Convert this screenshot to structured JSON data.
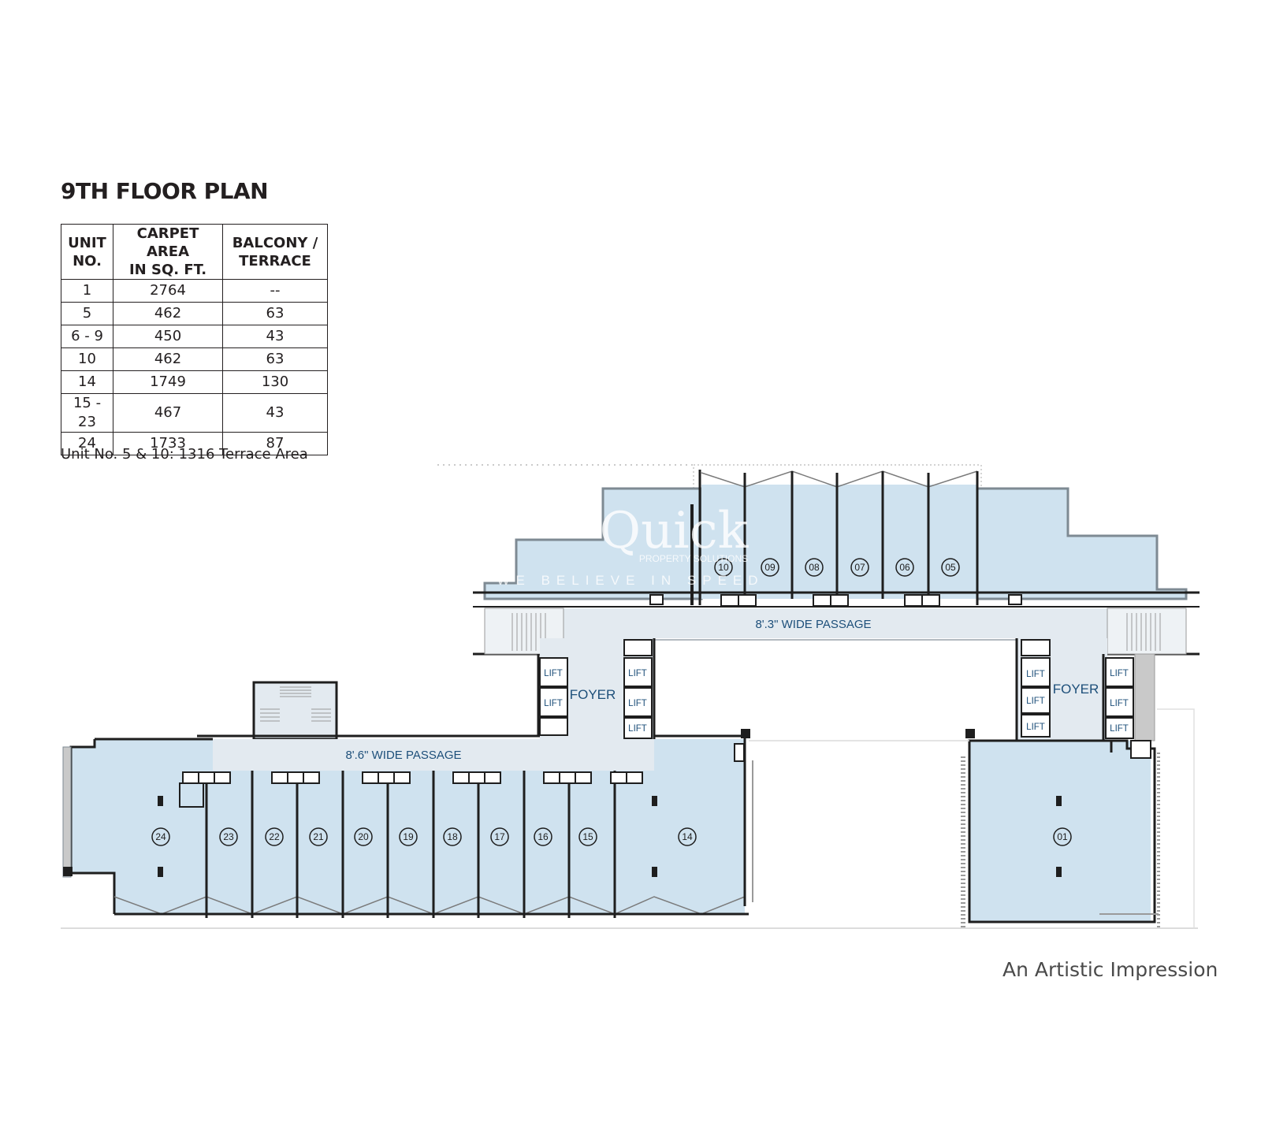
{
  "title": "9TH FLOOR PLAN",
  "table": {
    "headers": [
      [
        "UNIT",
        "NO."
      ],
      [
        "CARPET AREA",
        "IN SQ. FT."
      ],
      [
        "BALCONY /",
        "TERRACE"
      ]
    ],
    "rows": [
      [
        "1",
        "2764",
        "--"
      ],
      [
        "5",
        "462",
        "63"
      ],
      [
        "6 - 9",
        "450",
        "43"
      ],
      [
        "10",
        "462",
        "63"
      ],
      [
        "14",
        "1749",
        "130"
      ],
      [
        "15 - 23",
        "467",
        "43"
      ],
      [
        "24",
        "1733",
        "87"
      ]
    ]
  },
  "note": "Unit No. 5 & 10: 1316 Terrace Area",
  "plan": {
    "passage_upper": "8'.3\" WIDE PASSAGE",
    "passage_lower": "8'.6\" WIDE PASSAGE",
    "foyer_label": "FOYER",
    "lift_label": "LIFT",
    "units_top": [
      "10",
      "09",
      "08",
      "07",
      "06",
      "05"
    ],
    "units_bottom": [
      "24",
      "23",
      "22",
      "21",
      "20",
      "19",
      "18",
      "17",
      "16",
      "15",
      "14"
    ],
    "unit_right": "01"
  },
  "watermark": {
    "brand": "Quick",
    "sub": "PROPERTY SOLUTIONS",
    "tagline": "WE BELIEVE IN SPEED"
  },
  "footer": "An Artistic Impression",
  "colors": {
    "unit_fill": "#cfe2ef",
    "passage_fill": "#e3eaf0",
    "wall": "#1e1e1e",
    "label_blue": "#1d4f7a"
  }
}
